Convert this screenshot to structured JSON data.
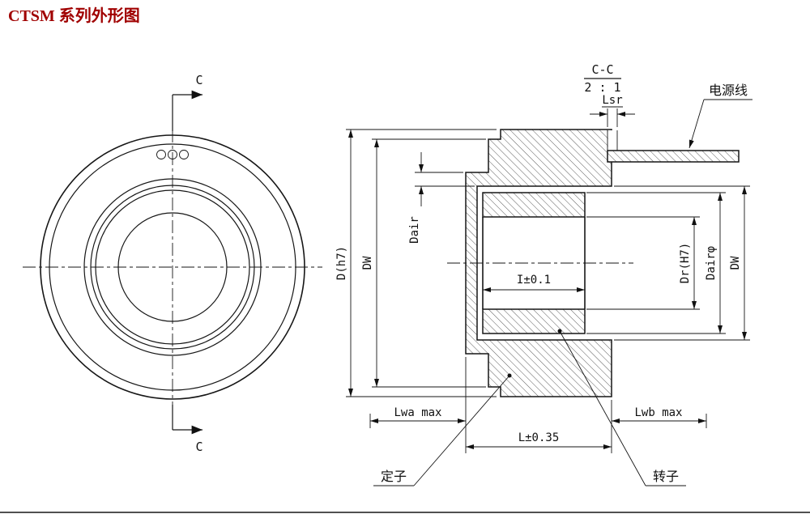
{
  "title": {
    "text": "CTSM 系列外形图",
    "color": "#A00000"
  },
  "front_view": {
    "cut_label_top": "C",
    "cut_label_bottom": "C"
  },
  "section": {
    "id_label": "C-C",
    "scale": "2 : 1",
    "labels": {
      "cable": "电源线",
      "stator": "定子",
      "rotor": "转子"
    },
    "dims": {
      "lsr": "Lsr",
      "outer_dia": "D(h7)",
      "dw_left": "DW",
      "dair_gap": "Dair",
      "bore_len": "I±0.1",
      "rotor_bore": "Dr(H7)",
      "dair_dia": "Dairφ",
      "dw_right": "DW",
      "lwa": "Lwa max",
      "lwb": "Lwb max",
      "length": "L±0.35"
    }
  }
}
